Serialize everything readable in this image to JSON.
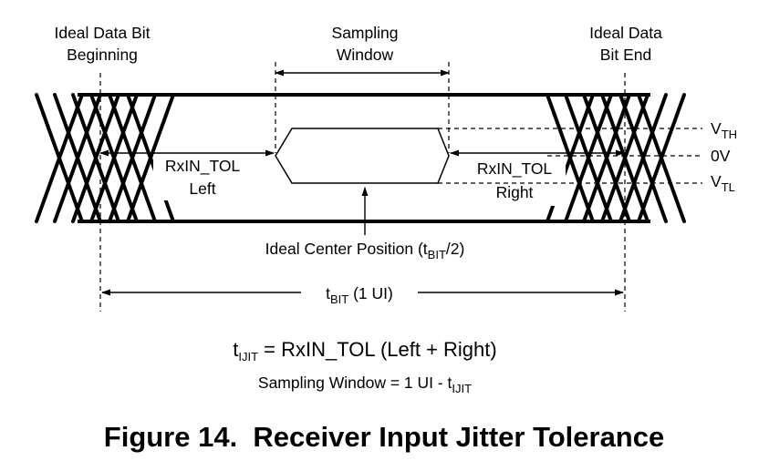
{
  "labels": {
    "ideal_begin_line1": "Ideal Data Bit",
    "ideal_begin_line2": "Beginning",
    "sampling_line1": "Sampling",
    "sampling_line2": "Window",
    "ideal_end_line1": "Ideal Data",
    "ideal_end_line2": "Bit End",
    "vth_main": "V",
    "vth_sub": "TH",
    "zero_v": "0V",
    "vtl_main": "V",
    "vtl_sub": "TL",
    "rxin_left_line1": "RxIN_TOL",
    "rxin_left_line2": "Left",
    "rxin_right_line1": "RxIN_TOL",
    "rxin_right_line2": "Right",
    "center_prefix": "Ideal Center Position (t",
    "center_sub": "BIT",
    "center_suffix": "/2)",
    "tbit_prefix": "t",
    "tbit_sub": "BIT",
    "tbit_suffix": " (1 UI)"
  },
  "equations": {
    "line1_prefix": "t",
    "line1_sub": "IJIT",
    "line1_suffix": " = RxIN_TOL (Left + Right)",
    "line2_prefix": "Sampling Window = 1 UI - t",
    "line2_sub": "IJIT"
  },
  "caption": "Figure 14.  Receiver Input Jitter Tolerance"
}
